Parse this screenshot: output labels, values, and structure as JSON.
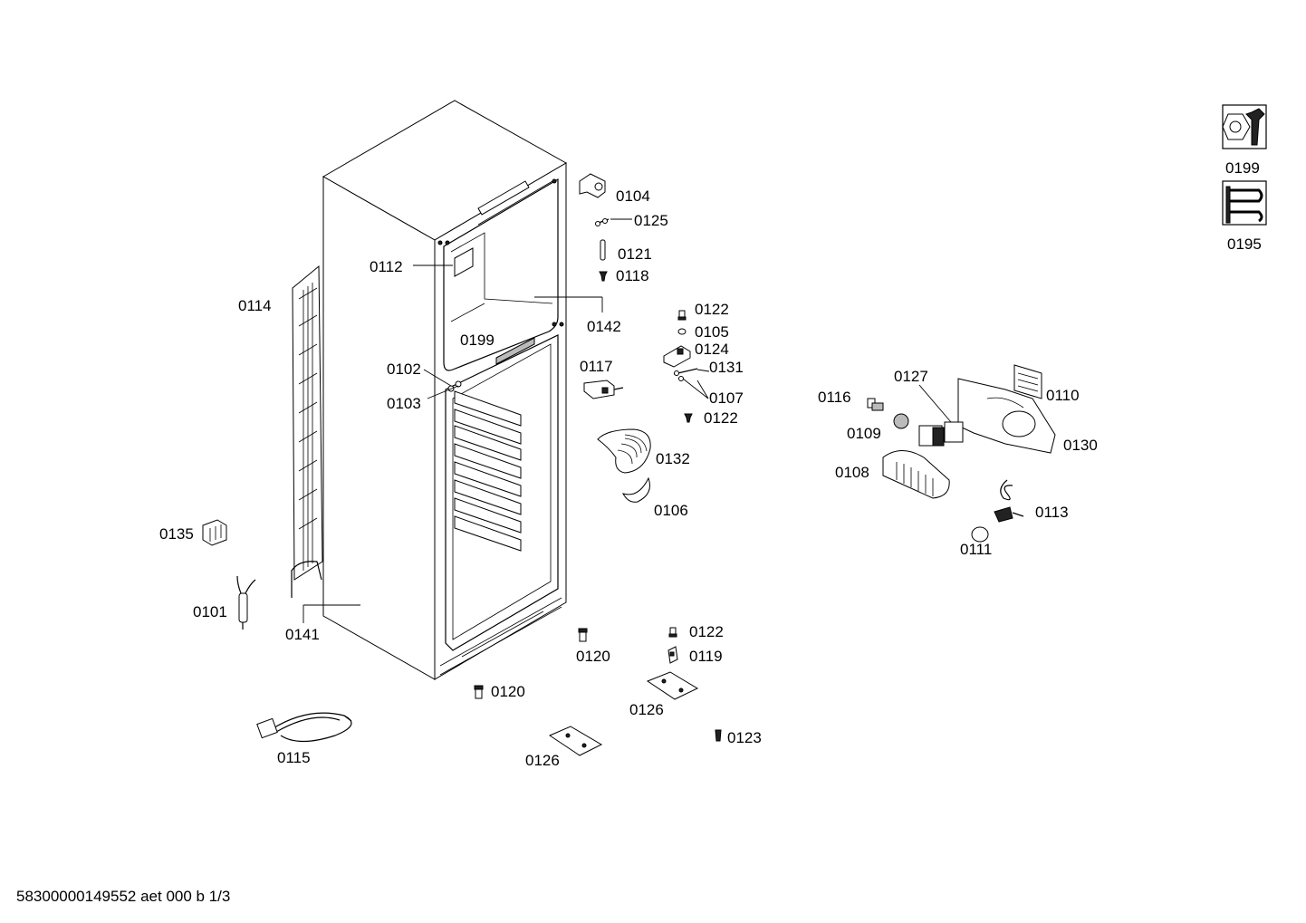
{
  "callouts": {
    "c0104": "0104",
    "c0125": "0125",
    "c0121": "0121",
    "c0118": "0118",
    "c0112": "0112",
    "c0114": "0114",
    "c0142": "0142",
    "c0199a": "0199",
    "c0122a": "0122",
    "c0105": "0105",
    "c0124": "0124",
    "c0131": "0131",
    "c0107": "0107",
    "c0122b": "0122",
    "c0102": "0102",
    "c0103": "0103",
    "c0117": "0117",
    "c0132": "0132",
    "c0106": "0106",
    "c0135": "0135",
    "c0101": "0101",
    "c0141": "0141",
    "c0120a": "0120",
    "c0120b": "0120",
    "c0122c": "0122",
    "c0119": "0119",
    "c0126a": "0126",
    "c0126b": "0126",
    "c0123": "0123",
    "c0115": "0115",
    "c0127": "0127",
    "c0116": "0116",
    "c0110": "0110",
    "c0109": "0109",
    "c0130": "0130",
    "c0108": "0108",
    "c0113": "0113",
    "c0111": "0111"
  },
  "legend": {
    "tools_label": "0199",
    "tools_icon": "wrench-nut-icon",
    "evaporator_label": "0195",
    "evaporator_icon": "coil-icon"
  },
  "footer": "58300000149552 aet 000 b 1/3"
}
